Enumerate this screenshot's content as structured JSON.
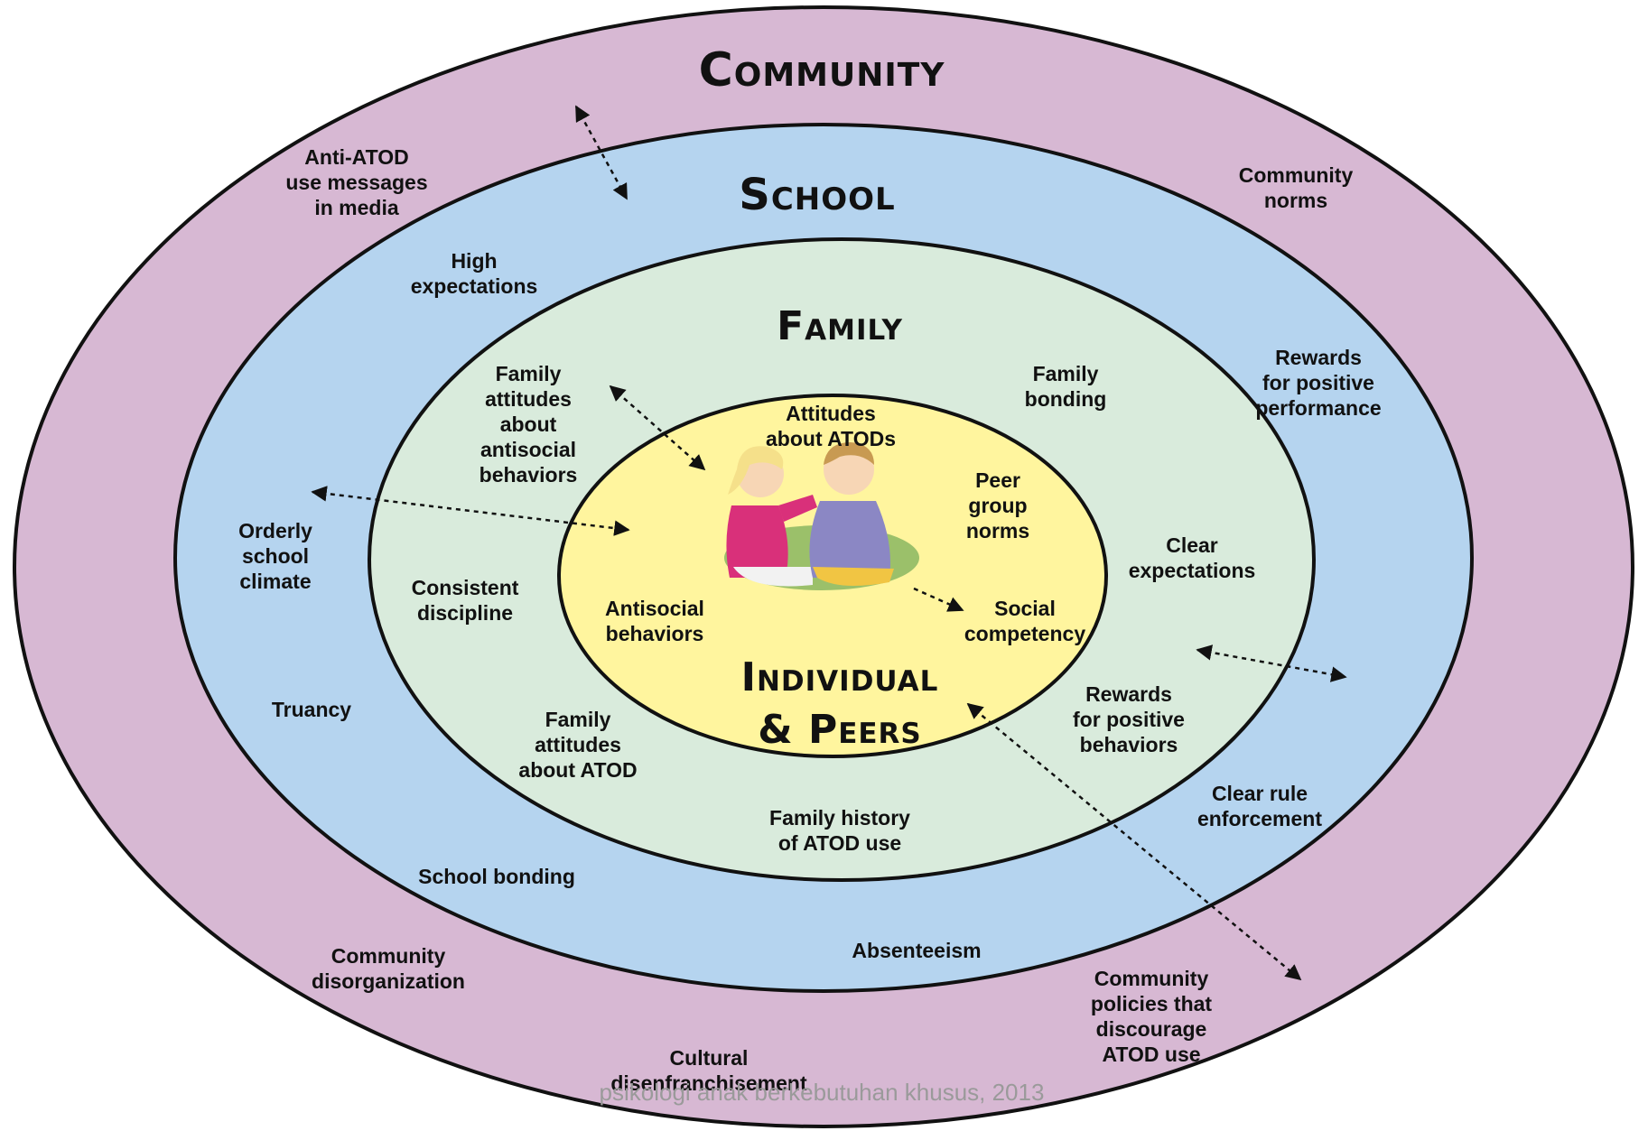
{
  "rings": {
    "community": {
      "title": "Community",
      "color": "#d7b8d3"
    },
    "school": {
      "title": "School",
      "color": "#b5d4ef"
    },
    "family": {
      "title": "Family",
      "color": "#d9ebdc"
    },
    "individual": {
      "title": "Individual\n& Peers",
      "color": "#fff59e"
    }
  },
  "community_labels": {
    "anti_atod": "Anti-ATOD\nuse messages\nin media",
    "community_norms": "Community\nnorms",
    "rewards_performance": "Rewards\nfor positive\nperformance",
    "clear_rule": "Clear rule\nenforcement",
    "community_policies": "Community\npolicies that\ndiscourage\nATOD use",
    "cultural": "Cultural\ndisenfranchisement",
    "community_disorg": "Community\ndisorganization"
  },
  "school_labels": {
    "high_expectations": "High\nexpectations",
    "orderly_climate": "Orderly\nschool\nclimate",
    "truancy": "Truancy",
    "school_bonding": "School bonding",
    "absenteeism": "Absenteeism",
    "clear_expectations": "Clear\nexpectations"
  },
  "family_labels": {
    "family_attitudes_antisocial": "Family\nattitudes\nabout\nantisocial\nbehaviors",
    "family_bonding": "Family\nbonding",
    "consistent_discipline": "Consistent\ndiscipline",
    "family_attitudes_atod": "Family\nattitudes\nabout ATOD",
    "family_history": "Family history\nof ATOD use",
    "rewards_behaviors": "Rewards\nfor positive\nbehaviors"
  },
  "individual_labels": {
    "attitudes_atods": "Attitudes\nabout ATODs",
    "peer_group_norms": "Peer\ngroup\nnorms",
    "antisocial_behaviors": "Antisocial\nbehaviors",
    "social_competency": "Social\ncompetency"
  },
  "footer": "psikologi anak berkebutuhan khusus, 2013"
}
